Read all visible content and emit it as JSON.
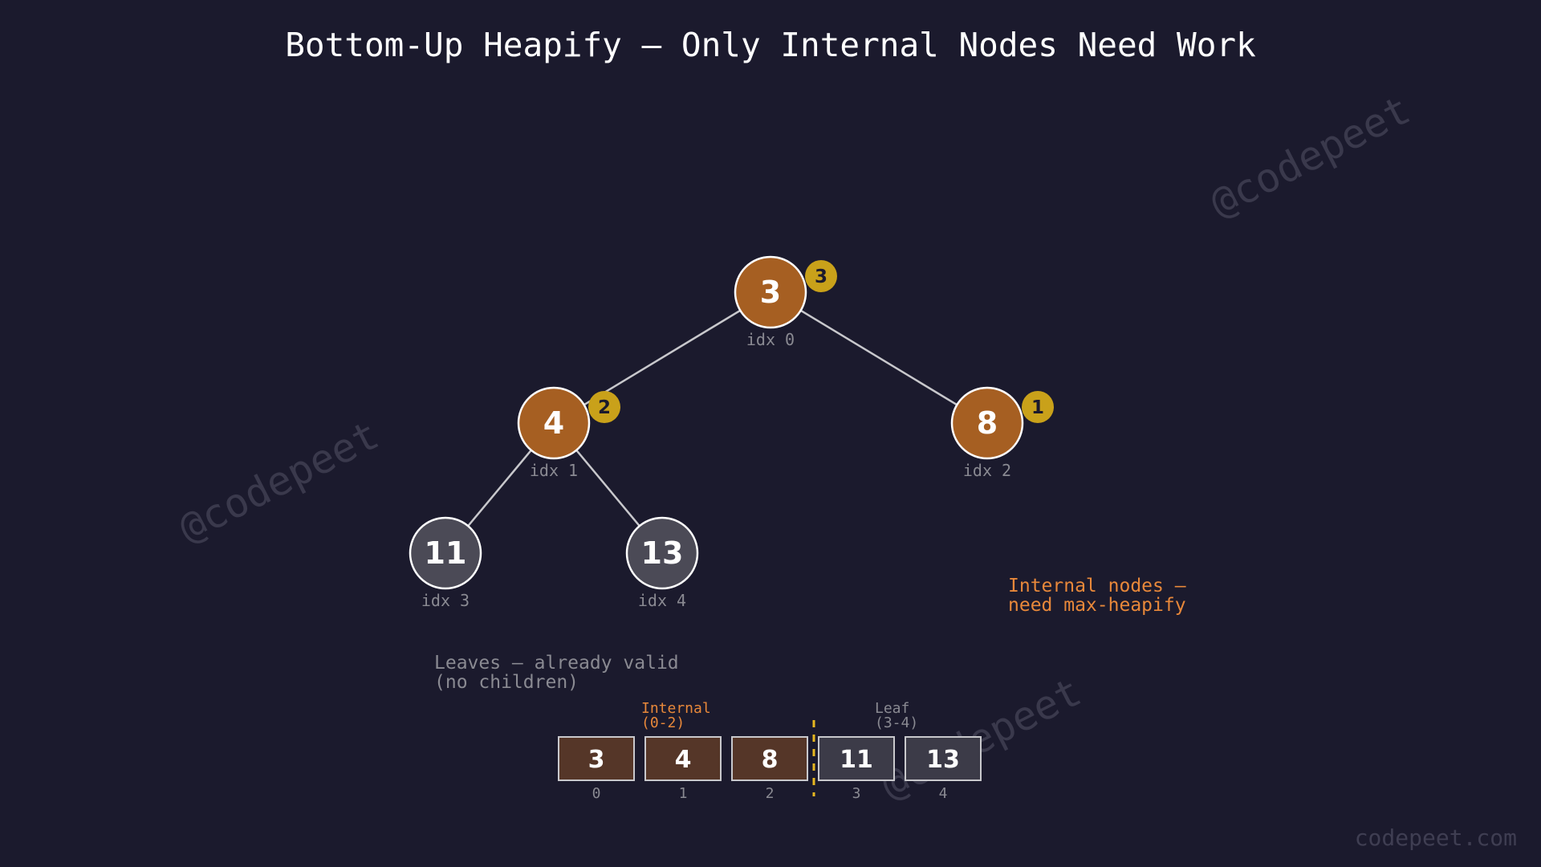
{
  "title": "Bottom-Up Heapify — Only Internal Nodes Need Work",
  "colors": {
    "background": "#1b1a2d",
    "internal_node": "#a65f22",
    "leaf_node": "#4b4a56",
    "node_stroke": "#ffffff",
    "edge": "#c8c8cc",
    "order_badge": "#c9a11a",
    "internal_text": "#e8883a",
    "muted_text": "#8a8a92",
    "divider": "#e8b820",
    "cell_internal": "#553628",
    "cell_leaf": "#3c3b48"
  },
  "tree": {
    "nodes": [
      {
        "value": "3",
        "index_label": "idx 0",
        "kind": "internal",
        "order": "3"
      },
      {
        "value": "4",
        "index_label": "idx 1",
        "kind": "internal",
        "order": "2"
      },
      {
        "value": "8",
        "index_label": "idx 2",
        "kind": "internal",
        "order": "1"
      },
      {
        "value": "11",
        "index_label": "idx 3",
        "kind": "leaf",
        "order": null
      },
      {
        "value": "13",
        "index_label": "idx 4",
        "kind": "leaf",
        "order": null
      }
    ],
    "edges": [
      [
        0,
        1
      ],
      [
        0,
        2
      ],
      [
        1,
        3
      ],
      [
        1,
        4
      ]
    ]
  },
  "annotations": {
    "internal_note": [
      "Internal nodes —",
      "need max-heapify"
    ],
    "leaves_note": [
      "Leaves — already valid",
      "(no children)"
    ]
  },
  "array": {
    "internal_label": [
      "Internal",
      "(0-2)"
    ],
    "leaf_label": [
      "Leaf",
      "(3-4)"
    ],
    "cells": [
      {
        "value": "3",
        "index": "0",
        "kind": "internal"
      },
      {
        "value": "4",
        "index": "1",
        "kind": "internal"
      },
      {
        "value": "8",
        "index": "2",
        "kind": "internal"
      },
      {
        "value": "11",
        "index": "3",
        "kind": "leaf"
      },
      {
        "value": "13",
        "index": "4",
        "kind": "leaf"
      }
    ]
  },
  "watermarks": [
    "@codepeet",
    "@codepeet",
    "@codepeet"
  ],
  "footer": "codepeet.com"
}
